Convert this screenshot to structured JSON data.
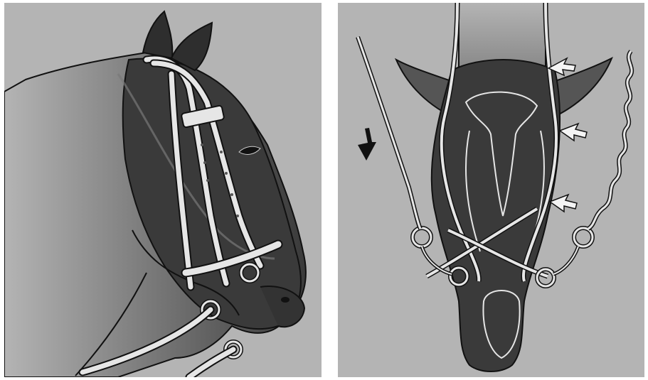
{
  "figure": {
    "panels": [
      {
        "view": "side",
        "icon": "horse-head-side-bridle-icon"
      },
      {
        "view": "front",
        "icon": "horse-head-front-rein-icon"
      }
    ],
    "arrows": [
      {
        "color": "#111111",
        "icon": "arrow-up-black-icon"
      },
      {
        "color": "#ffffff",
        "icon": "arrow-left-white-icon",
        "count": 3
      }
    ],
    "colors": {
      "background": "#b4b4b4",
      "horse_dark": "#3a3a3a",
      "tack": "#e6e6e6",
      "outline": "#111111"
    }
  }
}
